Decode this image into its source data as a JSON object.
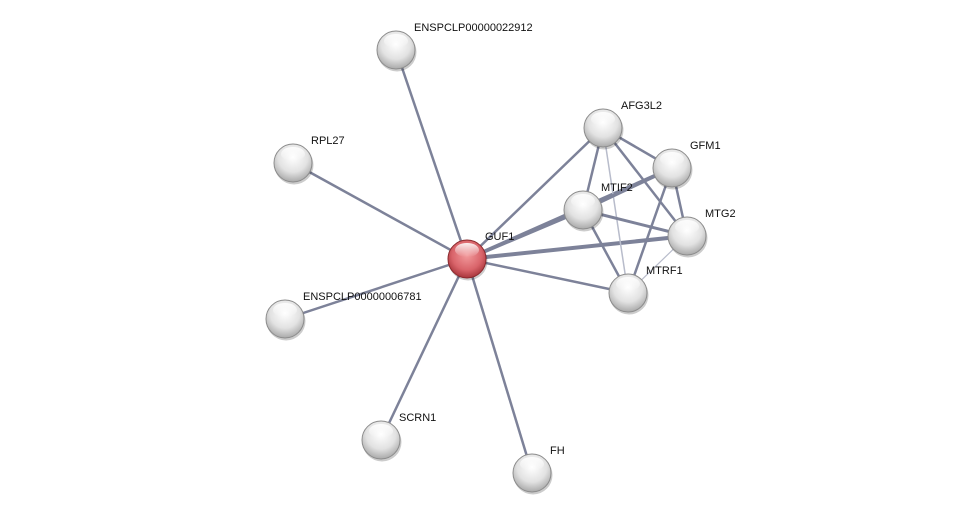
{
  "network": {
    "nodes": [
      {
        "id": "GUF1",
        "label": "GUF1",
        "query": true
      },
      {
        "id": "ENSPCLP00000022912",
        "label": "ENSPCLP00000022912"
      },
      {
        "id": "RPL27",
        "label": "RPL27"
      },
      {
        "id": "ENSPCLP00000006781",
        "label": "ENSPCLP00000006781"
      },
      {
        "id": "SCRN1",
        "label": "SCRN1"
      },
      {
        "id": "FH",
        "label": "FH"
      },
      {
        "id": "AFG3L2",
        "label": "AFG3L2"
      },
      {
        "id": "GFM1",
        "label": "GFM1"
      },
      {
        "id": "MTIF2",
        "label": "MTIF2"
      },
      {
        "id": "MTG2",
        "label": "MTG2"
      },
      {
        "id": "MTRF1",
        "label": "MTRF1"
      }
    ],
    "edges": [
      [
        "GUF1",
        "ENSPCLP00000022912"
      ],
      [
        "GUF1",
        "RPL27"
      ],
      [
        "GUF1",
        "ENSPCLP00000006781"
      ],
      [
        "GUF1",
        "SCRN1"
      ],
      [
        "GUF1",
        "FH"
      ],
      [
        "GUF1",
        "AFG3L2"
      ],
      [
        "GUF1",
        "GFM1"
      ],
      [
        "GUF1",
        "MTIF2"
      ],
      [
        "GUF1",
        "MTG2"
      ],
      [
        "GUF1",
        "MTRF1"
      ],
      [
        "AFG3L2",
        "MTIF2"
      ],
      [
        "AFG3L2",
        "GFM1"
      ],
      [
        "AFG3L2",
        "MTG2"
      ],
      [
        "AFG3L2",
        "MTRF1"
      ],
      [
        "GFM1",
        "MTIF2"
      ],
      [
        "GFM1",
        "MTG2"
      ],
      [
        "GFM1",
        "MTRF1"
      ],
      [
        "MTIF2",
        "MTG2"
      ],
      [
        "MTIF2",
        "MTRF1"
      ],
      [
        "MTG2",
        "MTRF1"
      ]
    ],
    "colors": {
      "query_node": "#d9646a",
      "node": "#e4e4e4",
      "edge": "#7d8299"
    }
  }
}
